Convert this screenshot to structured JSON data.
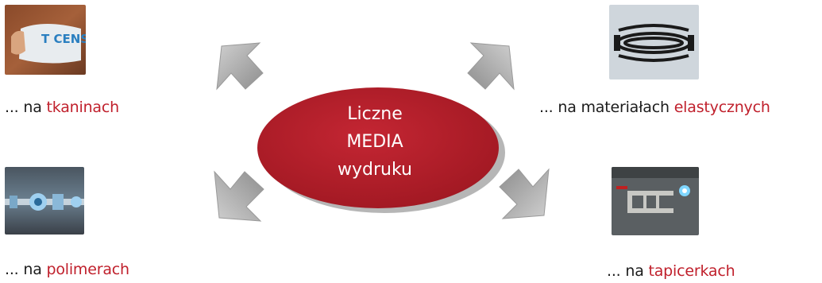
{
  "center": {
    "line1": "Liczne",
    "line2": "MEDIA",
    "line3": "wydruku"
  },
  "items": [
    {
      "prefix": "... na ",
      "highlight": "tkaninach",
      "photo": "printed-fabric-photo"
    },
    {
      "prefix": "... na materiałach ",
      "highlight": "elastycznych",
      "photo": "elastic-material-photo"
    },
    {
      "prefix": "... na ",
      "highlight": "polimerach",
      "photo": "polymer-film-photo"
    },
    {
      "prefix": "... na ",
      "highlight": "tapicerkach",
      "photo": "upholstery-sensor-photo"
    }
  ],
  "photo_label": "T CENSA",
  "colors": {
    "accent": "#c0202c",
    "ellipse": "#b01c28",
    "arrow": "#b8b8b8",
    "text": "#1c1c1c"
  }
}
